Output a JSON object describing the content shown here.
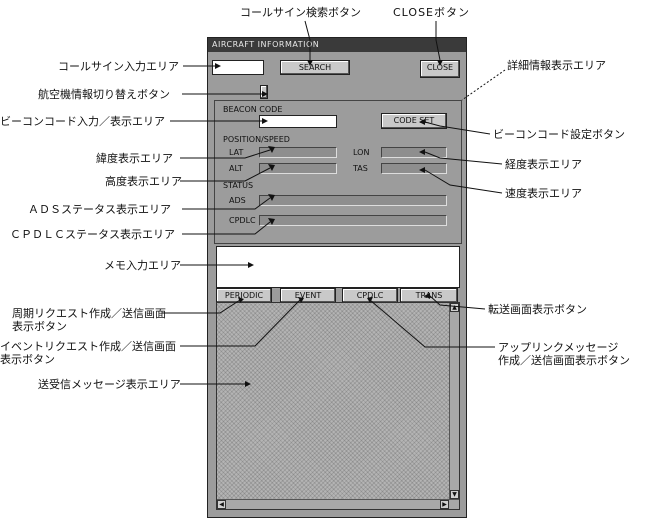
{
  "callouts": {
    "callsign_search_button": "コールサイン検索ボタン",
    "close_button": "CLOSEボタン",
    "callsign_input_area": "コールサイン入力エリア",
    "detail_display_area": "詳細情報表示エリア",
    "aircraft_switch_button": "航空機情報切り替えボタン",
    "beacon_code_area": "ビーコンコード入力／表示エリア",
    "beacon_code_set_button": "ビーコンコード設定ボタン",
    "latitude_area": "緯度表示エリア",
    "longitude_area": "経度表示エリア",
    "altitude_area": "高度表示エリア",
    "speed_area": "速度表示エリア",
    "ads_status_area": "ＡＤＳステータス表示エリア",
    "cpdlc_status_area": "ＣＰＤＬＣステータス表示エリア",
    "memo_area": "メモ入力エリア",
    "periodic_request_button_l1": "周期リクエスト作成／送信画面",
    "periodic_request_button_l2": "表示ボタン",
    "transfer_button": "転送画面表示ボタン",
    "event_request_button_l1": "イベントリクエスト作成／送信画面",
    "event_request_button_l2": "表示ボタン",
    "uplink_message_button_l1": "アップリンクメッセージ",
    "uplink_message_button_l2": "作成／送信画面表示ボタン",
    "message_display_area": "送受信メッセージ表示エリア"
  },
  "window": {
    "title": "AIRCRAFT INFORMATION",
    "search_label": "SEARCH",
    "close_label": "CLOSE",
    "beacon_code_label": "BEACON CODE",
    "code_set_label": "CODE SET",
    "position_speed_label": "POSITION/SPEED",
    "lat_label": "LAT",
    "lon_label": "LON",
    "alt_label": "ALT",
    "tas_label": "TAS",
    "status_label": "STATUS",
    "ads_label": "ADS",
    "cpdlc_label": "CPDLC",
    "periodic_label": "PERIODIC",
    "event_label": "EVENT",
    "cpdlc_button_label": "CPDLC",
    "trans_label": "TRANS",
    "scroll_up": "▲",
    "scroll_down": "▼",
    "scroll_left": "◀",
    "scroll_right": "▶"
  }
}
